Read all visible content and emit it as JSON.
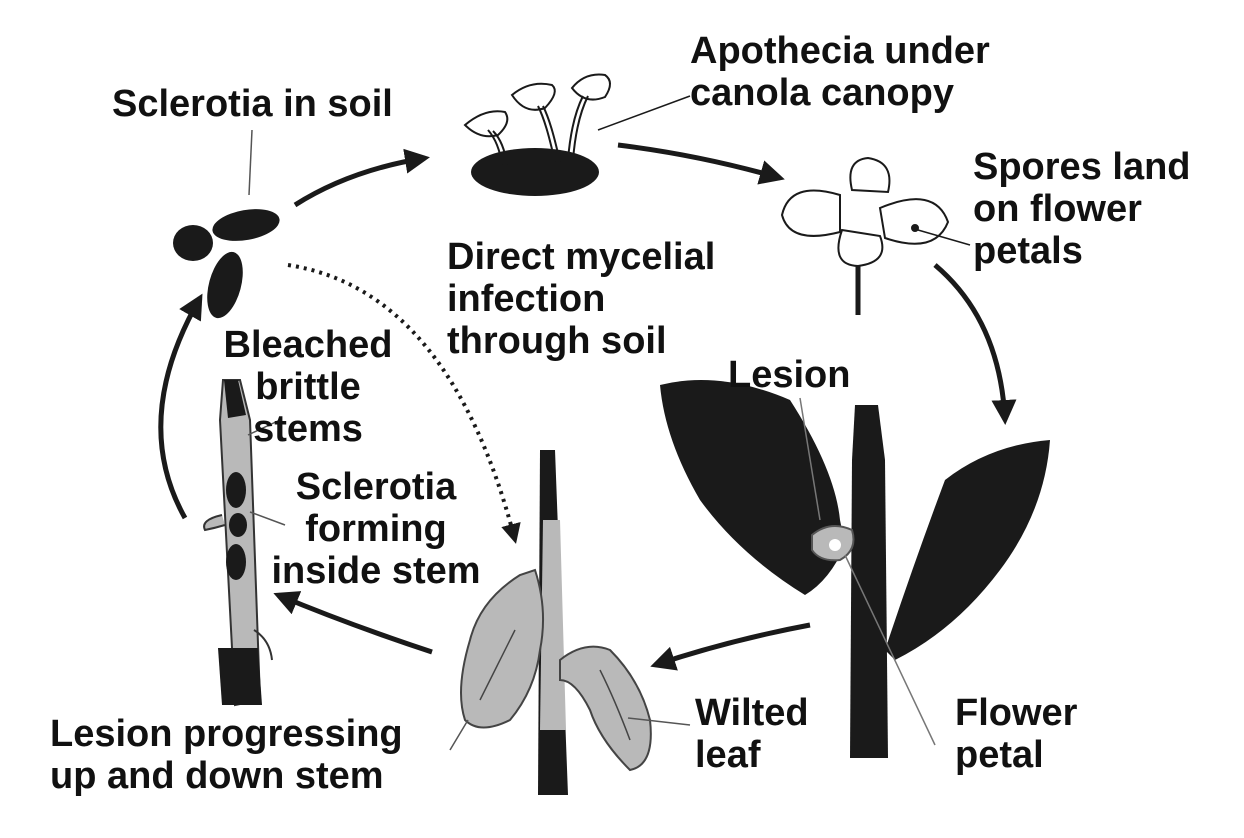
{
  "diagram": {
    "colors": {
      "ink": "#1a1a1a",
      "stem_gray": "#b9b9b9",
      "background": "#ffffff"
    },
    "labels": {
      "sclerotia_in_soil": "Sclerotia in soil",
      "apothecia": [
        "Apothecia under",
        "canola canopy"
      ],
      "spores": [
        "Spores land",
        "on flower",
        "petals"
      ],
      "direct_infection": [
        "Direct mycelial",
        "infection",
        "through soil"
      ],
      "lesion": "Lesion",
      "bleached": [
        "Bleached",
        "brittle",
        "stems"
      ],
      "sclerotia_forming": [
        "Sclerotia",
        "forming",
        "inside stem"
      ],
      "lesion_progressing": [
        "Lesion progressing",
        "up and down stem"
      ],
      "wilted_leaf": [
        "Wilted",
        "leaf"
      ],
      "flower_petal": [
        "Flower",
        "petal"
      ]
    }
  }
}
